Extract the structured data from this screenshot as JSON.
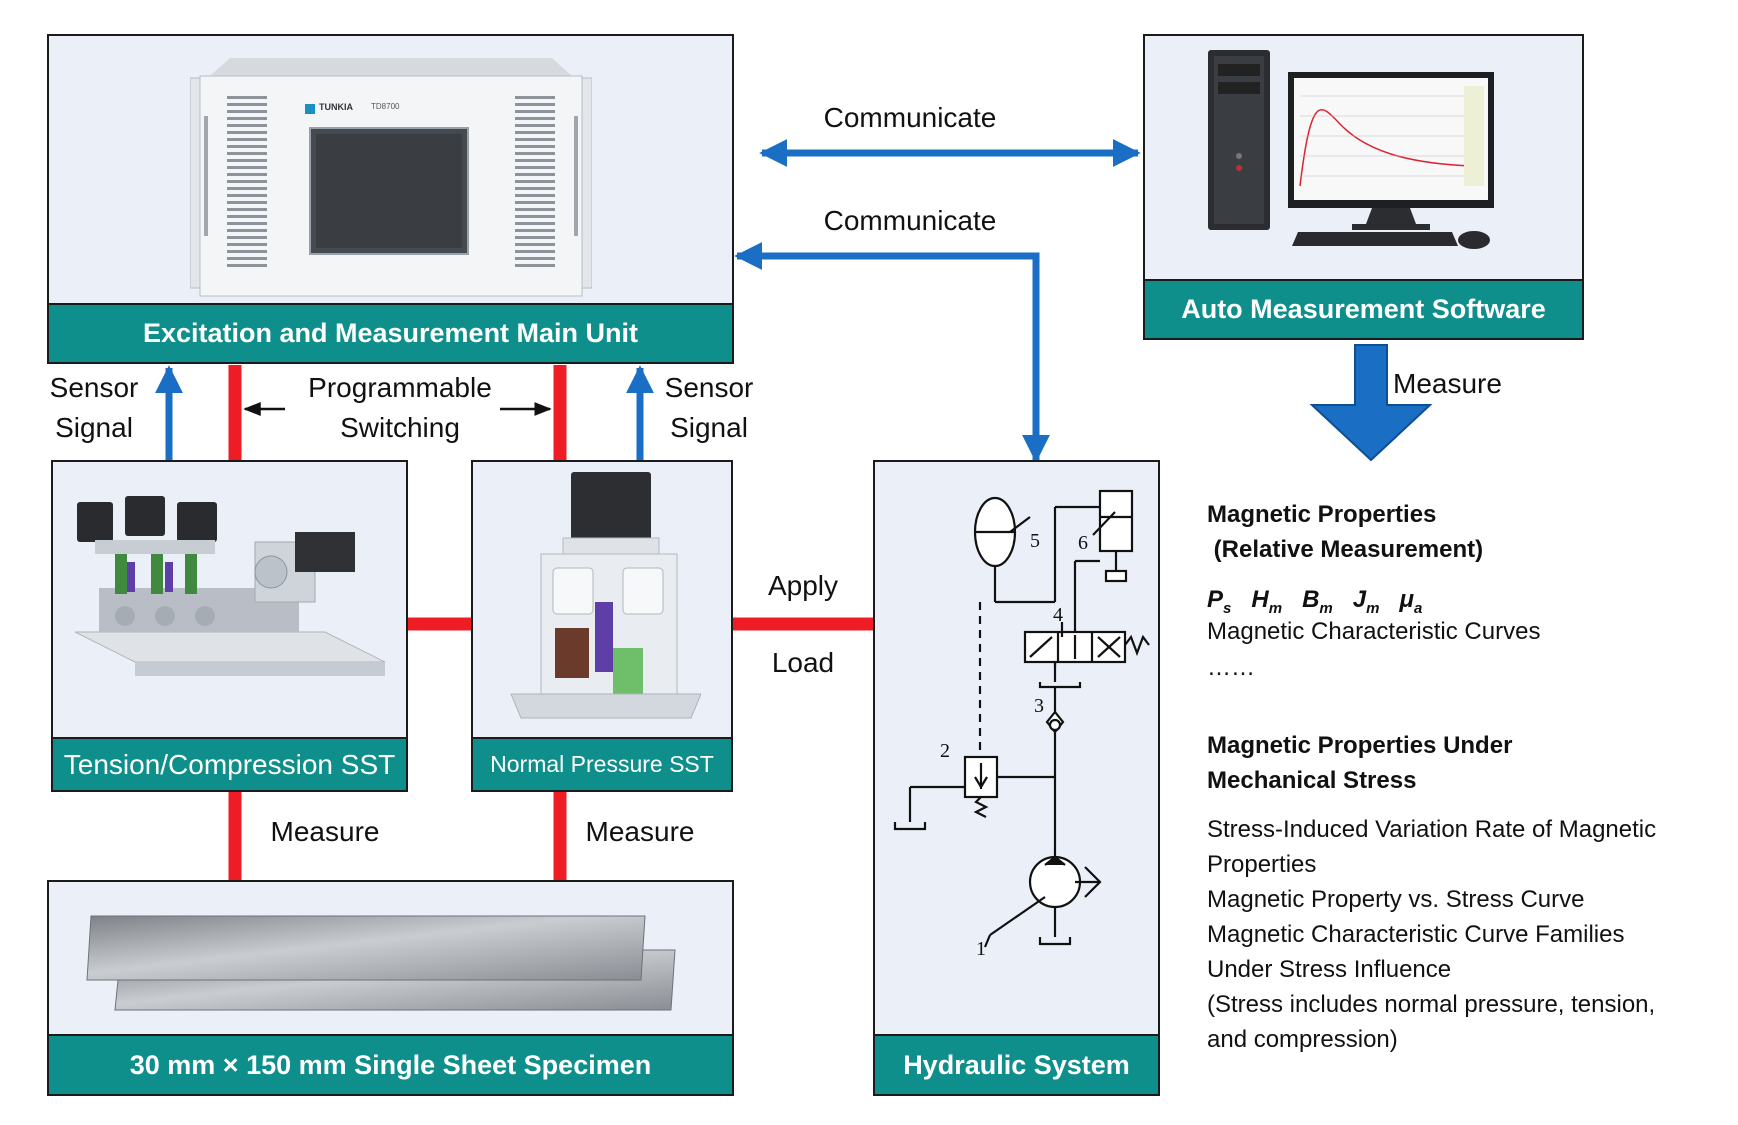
{
  "colors": {
    "band": "#0e8f8c",
    "panel": "#ebf0f8",
    "red_link": "#ee1c24",
    "blue_arrow": "#1a6fc4"
  },
  "main_unit": {
    "title": "Excitation and Measurement Main Unit",
    "brand": "TUNKIA",
    "model": "TD8700",
    "icon": "rack-instrument-icon"
  },
  "software": {
    "title": "Auto Measurement Software",
    "icon": "desktop-computer-icon"
  },
  "tension_sst": {
    "title": "Tension/Compression SST",
    "icon": "tension-fixture-icon"
  },
  "normal_sst": {
    "title": "Normal Pressure SST",
    "icon": "pressure-fixture-icon"
  },
  "specimen": {
    "title": "30 mm × 150 mm Single Sheet Specimen",
    "icon": "steel-sheet-icon"
  },
  "hydraulic": {
    "title": "Hydraulic System",
    "icon": "hydraulic-schematic-icon",
    "component_numbers": [
      "1",
      "2",
      "3",
      "4",
      "5",
      "6"
    ]
  },
  "links": {
    "communicate_top": "Communicate",
    "communicate_bottom": "Communicate",
    "sensor_left": [
      "Sensor",
      "Signal"
    ],
    "sensor_right": [
      "Sensor",
      "Signal"
    ],
    "programmable": [
      "Programmable",
      "Switching"
    ],
    "apply_load": [
      "Apply",
      "Load"
    ],
    "measure_left": "Measure",
    "measure_right": "Measure",
    "measure_big": "Measure"
  },
  "results": {
    "relative_heading": [
      "Magnetic Properties",
      " (Relative Measurement)"
    ],
    "symbols": [
      {
        "main": "P",
        "sub": "s"
      },
      {
        "main": "H",
        "sub": "m"
      },
      {
        "main": "B",
        "sub": "m"
      },
      {
        "main": "J",
        "sub": "m"
      },
      {
        "main": "μ",
        "sub": "a"
      }
    ],
    "relative_items": [
      "Magnetic Characteristic Curves",
      "……"
    ],
    "stress_heading": [
      "Magnetic Properties Under",
      "Mechanical Stress"
    ],
    "stress_items": [
      "Stress-Induced Variation Rate of Magnetic",
      "Properties",
      "Magnetic Property vs. Stress Curve",
      "Magnetic Characteristic Curve Families",
      "Under Stress Influence",
      "(Stress includes normal pressure, tension,",
      "and compression)"
    ]
  }
}
